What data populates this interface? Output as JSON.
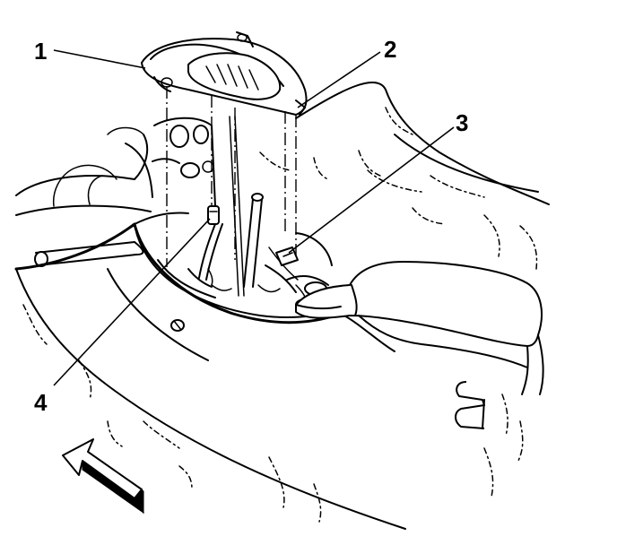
{
  "callouts": [
    {
      "id": "1",
      "label": "1"
    },
    {
      "id": "2",
      "label": "2"
    },
    {
      "id": "3",
      "label": "3"
    },
    {
      "id": "4",
      "label": "4"
    }
  ],
  "icons": {
    "direction_arrow": "front-of-vehicle-arrow-icon"
  },
  "colors": {
    "ink": "#000000",
    "paper": "#ffffff"
  }
}
